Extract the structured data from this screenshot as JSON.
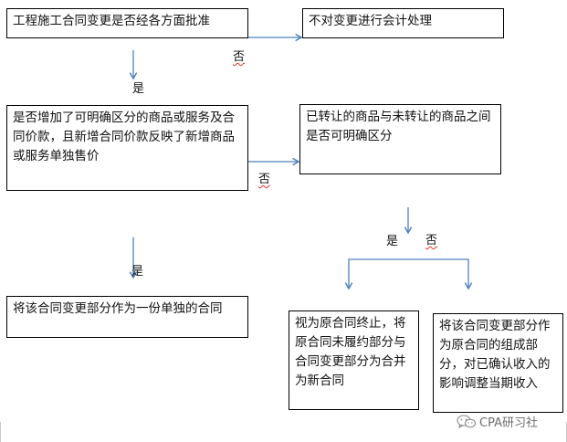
{
  "nodes": {
    "approval_question": "工程施工合同变更是否经各方面批准",
    "no_accounting": "不对变更进行会计处理",
    "distinct_goods_question": "是否增加了可明确区分的商品或服务及合同价款，且新增合同价款反映了新增商品或服务单独售价",
    "transferred_distinct_question": "已转让的商品与未转让的商品之间是否可明确区分",
    "separate_contract": "将该合同变更部分作为一份单独的合同",
    "terminate_new_contract": "视为原合同终止，将原合同未履约部分与合同变更部分为合并为新合同",
    "part_of_original": "将该合同变更部分作为原合同的组成部分，对已确认收入的影响调整当期收入"
  },
  "labels": {
    "no_1": "否",
    "yes_1": "是",
    "no_2": "否",
    "yes_2": "是",
    "yes_3": "是",
    "no_3": "否"
  },
  "watermark": {
    "text": "CPA研习社",
    "icon": "wechat-icon"
  },
  "colors": {
    "arrow": "#4f81bd",
    "border": "#000000",
    "wavy_underline": "#e03030"
  }
}
